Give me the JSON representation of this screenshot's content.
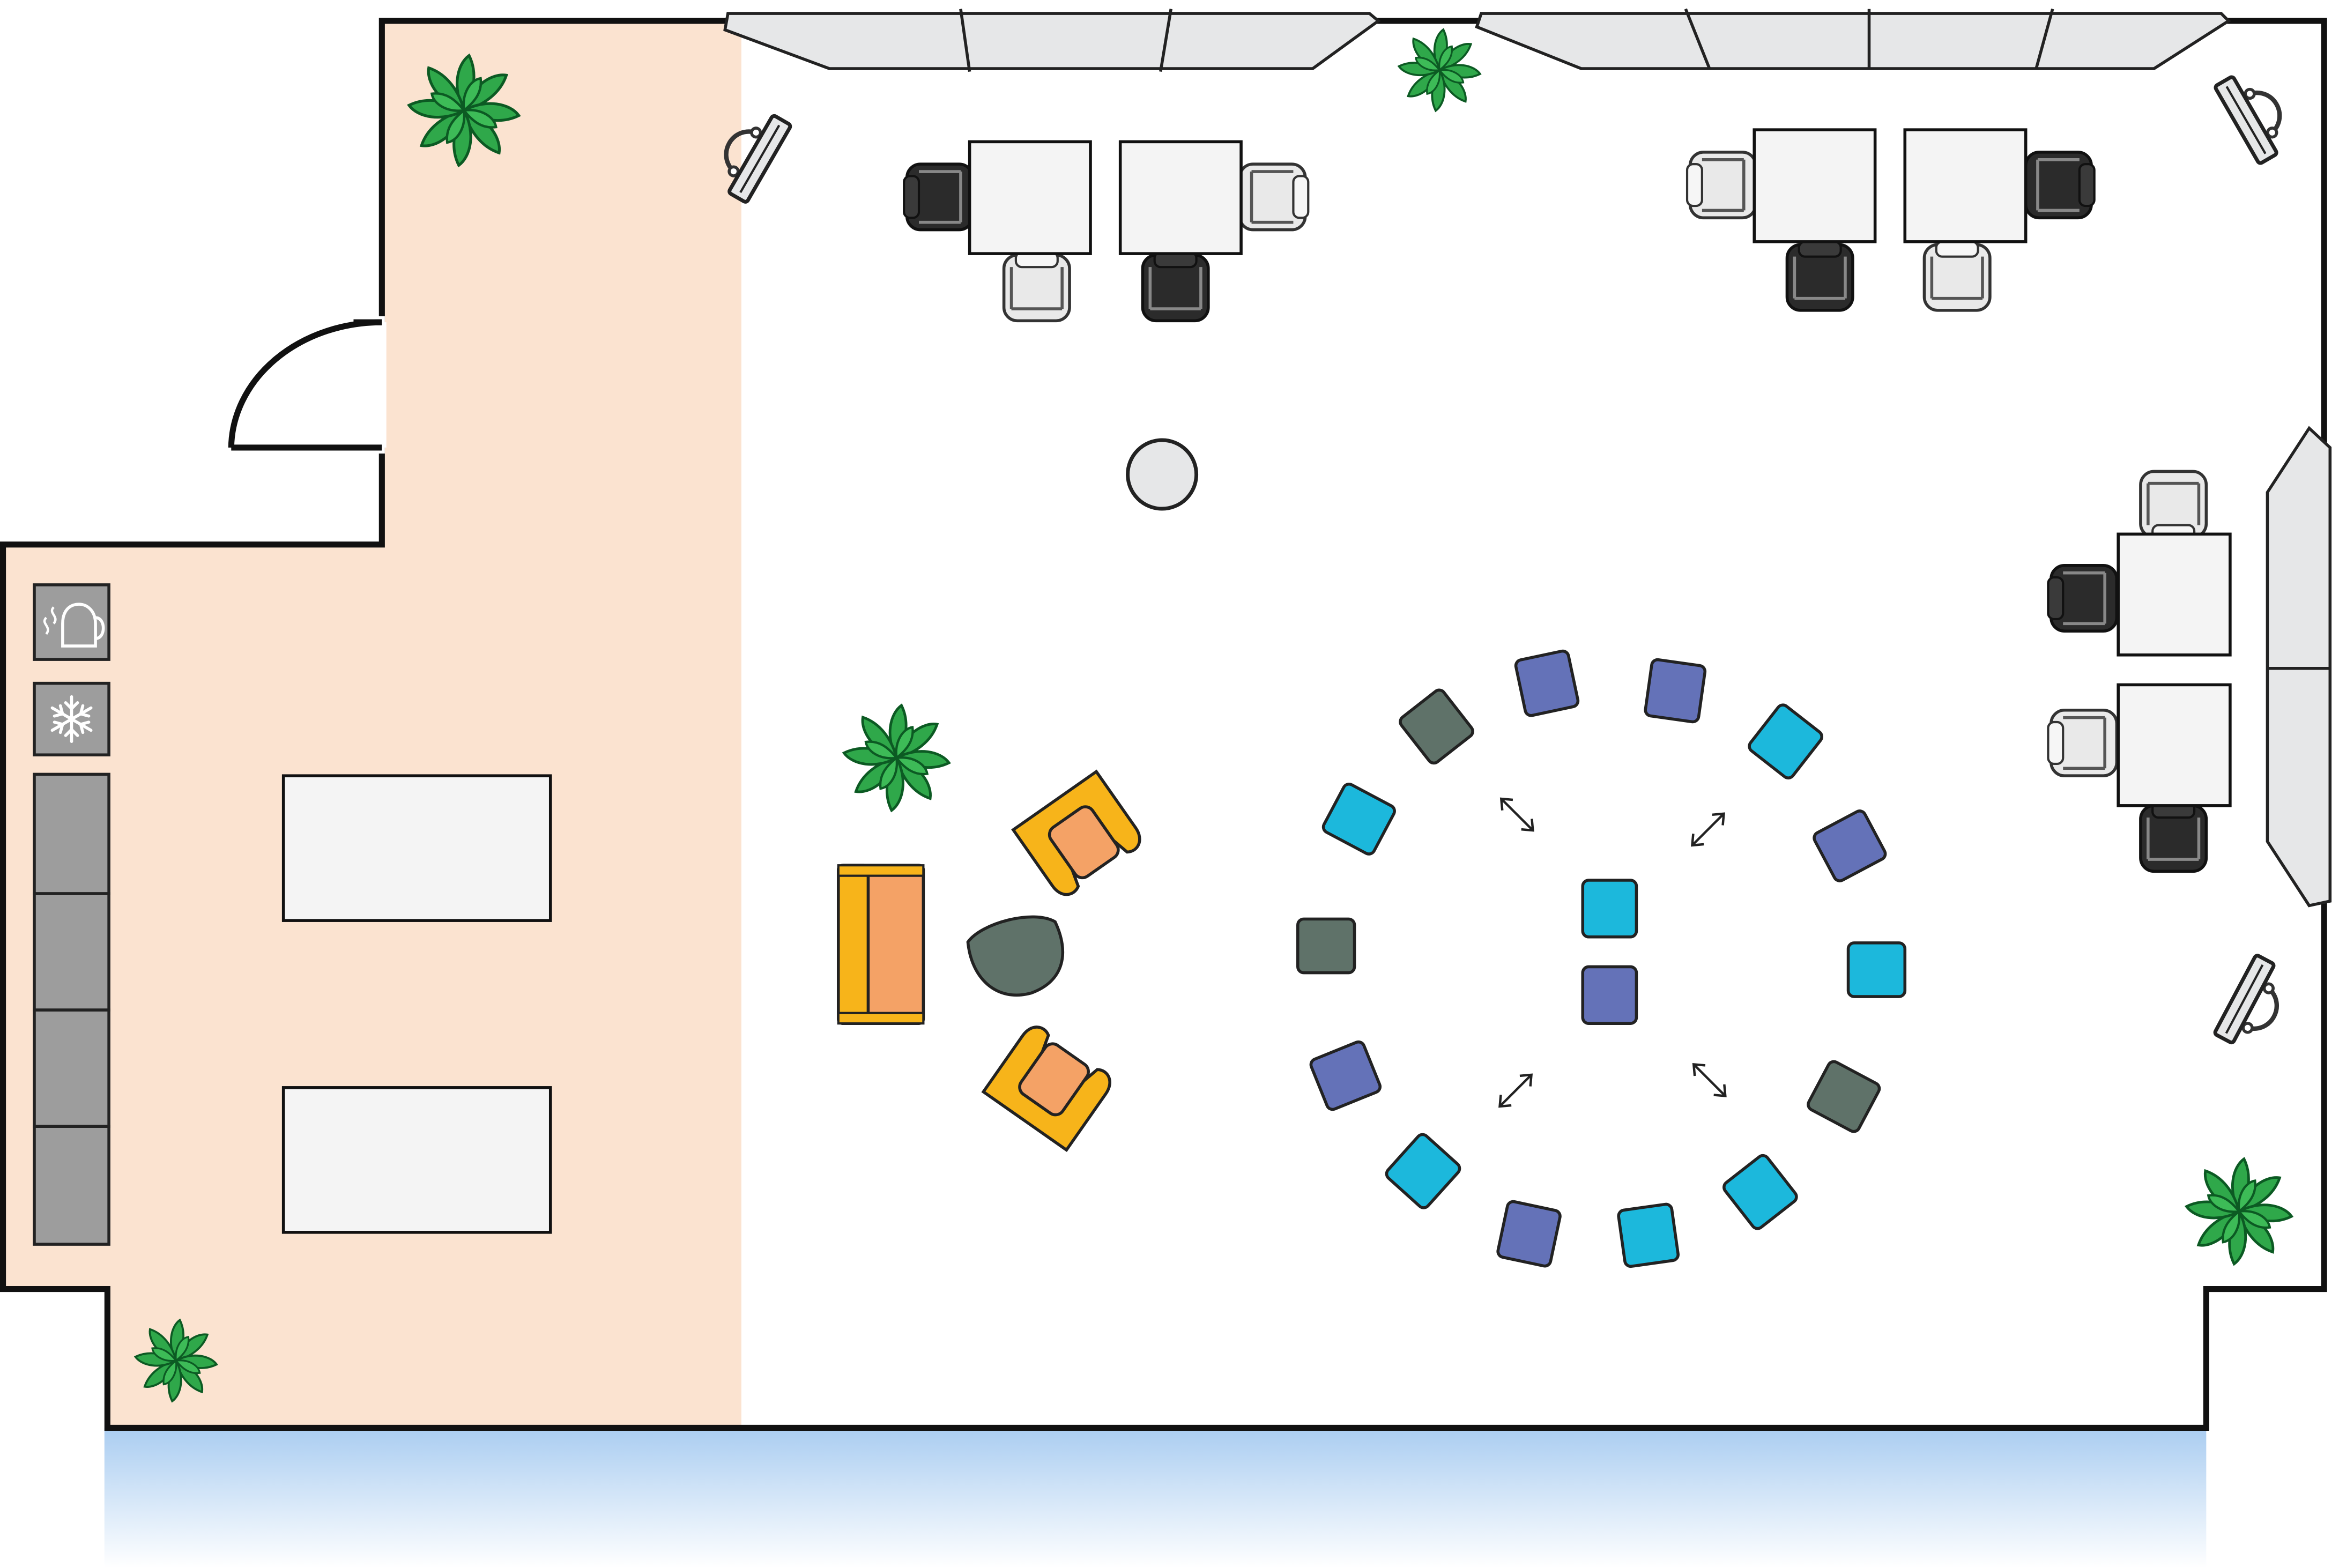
{
  "floor_plan": {
    "zones": [
      {
        "name": "kitchen-zone",
        "color": "#fbe3d0"
      },
      {
        "name": "open-zone",
        "color": "#ffffff"
      },
      {
        "name": "window-glow",
        "color": "#aacdf1"
      }
    ],
    "colors": {
      "wall": "#111111",
      "plant_dark": "#0c5a23",
      "plant_light": "#2fa84a",
      "chair_dark": "#2b2b2b",
      "chair_light": "#e9e9e9",
      "desk": "#f4f4f4",
      "seat_blue": "#1cb8dc",
      "seat_indigo": "#6472b8",
      "seat_green": "#5f7269",
      "lounge_orange": "#f4a266",
      "lounge_yellow": "#f7b41a",
      "counter": "#9d9d9d",
      "sofa_grey": "#e6e7e8"
    },
    "appliance_icons": [
      "kettle-icon",
      "snowflake-icon"
    ]
  }
}
